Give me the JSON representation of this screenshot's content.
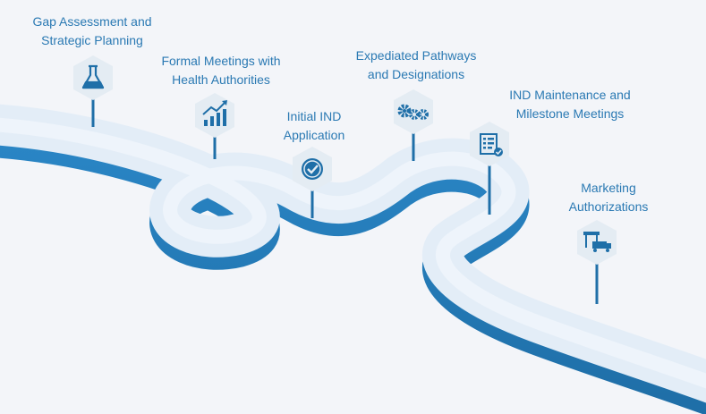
{
  "milestones": [
    {
      "line1": "Gap Assessment and",
      "line2": "Strategic Planning",
      "icon": "flask-icon"
    },
    {
      "line1": "Formal Meetings with",
      "line2": "Health Authorities",
      "icon": "growth-chart-icon"
    },
    {
      "line1": "Initial IND",
      "line2": "Application",
      "icon": "approval-badge-icon"
    },
    {
      "line1": "Expediated Pathways",
      "line2": "and Designations",
      "icon": "gears-icon"
    },
    {
      "line1": "IND Maintenance and",
      "line2": "Milestone Meetings",
      "icon": "checklist-icon"
    },
    {
      "line1": "Marketing",
      "line2": "Authorizations",
      "icon": "market-delivery-icon"
    }
  ],
  "colors": {
    "road_top": "#e3edf7",
    "road_side": "#2a86c6",
    "road_side_dark": "#1f6fa8",
    "accent": "#2a79b3",
    "hex_fill": "#e4ecf3"
  }
}
